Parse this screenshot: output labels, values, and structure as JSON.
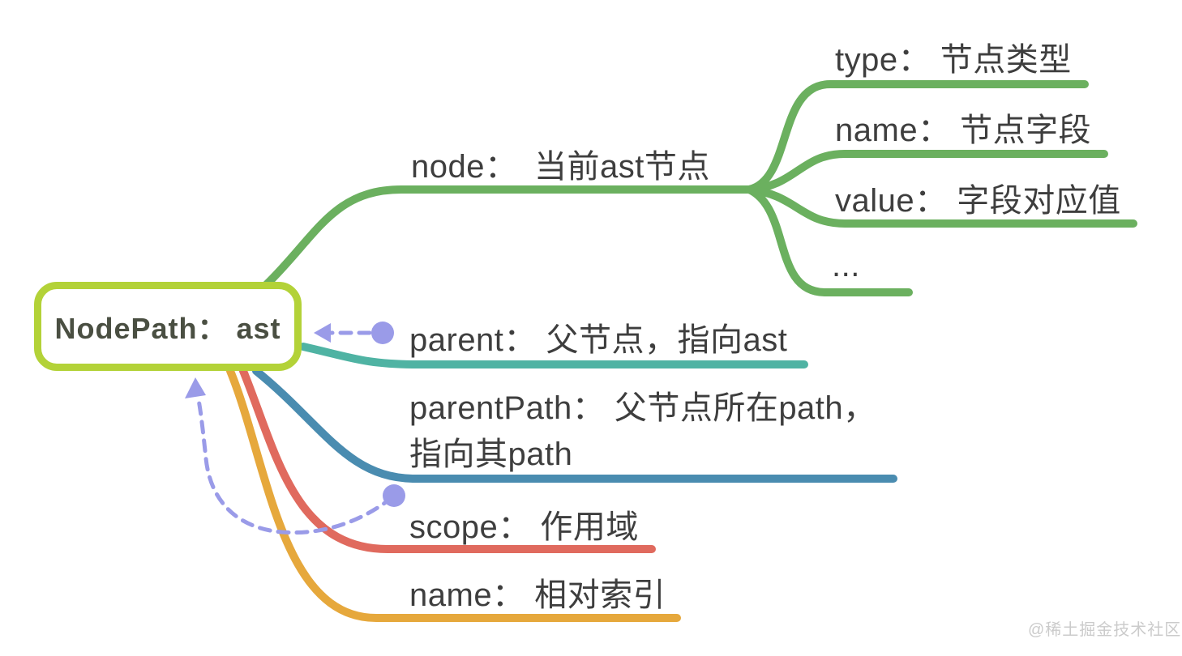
{
  "root": {
    "label": "NodePath： ast"
  },
  "branches": {
    "node": {
      "label": "node：　当前ast节点",
      "color": "#6bb05f",
      "children": [
        {
          "label": "type： 节点类型"
        },
        {
          "label": "name： 节点字段"
        },
        {
          "label": "value： 字段对应值"
        },
        {
          "label": "..."
        }
      ]
    },
    "parent": {
      "label": "parent： 父节点，指向ast",
      "color": "#4fb3a3"
    },
    "parent_path": {
      "label_line1": "parentPath： 父节点所在path，",
      "label_line2": "指向其path",
      "color": "#4a8cb0"
    },
    "scope": {
      "label": "scope： 作用域",
      "color": "#e06a5e"
    },
    "name": {
      "label": "name： 相对索引",
      "color": "#e6a83c"
    }
  },
  "colors": {
    "root_border": "#b3d238",
    "node_green": "#6bb05f",
    "parent_teal": "#4fb3a3",
    "parent_path_blue": "#4a8cb0",
    "scope_red": "#e06a5e",
    "name_orange": "#e6a83c",
    "arrow_lavender": "#9a9be8",
    "text": "#3e3e3e",
    "watermark": "#cbcbcb"
  },
  "watermark": "@稀土掘金技术社区"
}
